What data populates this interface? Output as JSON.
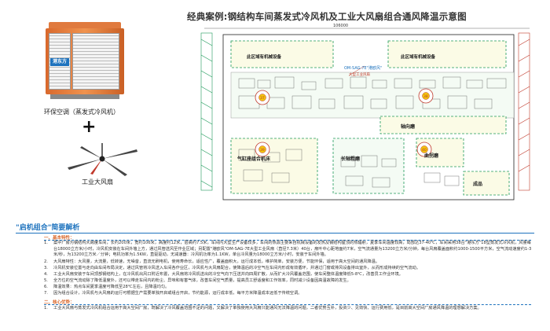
{
  "title": "经典案例:钢结构车间蒸发式冷风机及工业大风扇组合通风降温示意图",
  "cooler": {
    "logo": "港东方",
    "caption": "环保空调（蒸发式冷风机）"
  },
  "plus": "+",
  "fan": {
    "caption": "工业大风扇"
  },
  "plan": {
    "dimension": "106000",
    "area_labels": [
      "此区域有机械设备",
      "此区域有机械设备",
      "轴向磨",
      "气缸座组合机床",
      "长轴粗磨",
      "曲拐磨",
      "成品"
    ],
    "callout": {
      "model": "OM-SAG-7E\"港欧风\"",
      "subtitle": "大型工业风扇"
    },
    "fan_markers": [
      "37",
      "38",
      "39",
      "40"
    ]
  },
  "section": {
    "header": "\"启机组合\"简要解析",
    "sub1": "一、基本特性：",
    "items1": [
      {
        "n": "1.",
        "t": "案中厂房为钢结构大跨度车间，长约200米，宽约106米，高度约12米，层高约7.5米，车间内大型生产设备较多，车间的热源主要来自机械设备的发热及钢结构屋顶的热辐射，夏季车间温度较高，局部达37-40℃，车间采用38台\"港东方\"18型蒸发式冷风机，风量每台18000立方米/小时，冷风机安装在车间外墙上方，通过风管送风至作业区域；另配置\"港欧风\"OM-SAG-7E大型工业风扇（直径7.3米）40台，扇叶中心距地面约7米，空气流通量为13200立方米/分钟，每台风扇覆盖面积约1000-1500平方米，空气流动速度约1-3米/秒，为13200立方米／分钟；电机功率为1.5KW，直驱驱动，无减速器：冷风机功率为1.1KW，单台冷风量为18000立方米/小时，安装于车间外墙。"
      },
      {
        "n": "2.",
        "t": "大风扇特性：大风量，大流量，低转速，无噪音，直流无刷电机，使用寿命长，适应性广，覆盖面积大，运行成本低，维护简单，安装方便，节能环保，适用于高大空间的通风降温。"
      },
      {
        "n": "3.",
        "t": "冷风机安装位置与走向由车间布局决定，通过风管将冷风送入车间各作业区，冷风机与大风扇配合，使降温后的冷空气在车间内形成有效循环，并通过门窗或排风设备排出室外，从而形成持续的空气流动。"
      },
      {
        "n": "4.",
        "t": "工业大风扇安装于车间顶部钢结构上，在冷风机出风口附近布置，大风扇将冷风机送出的冷空气向下压送并向四周扩散，从而扩大冷风覆盖范围，使车间整体温度降低5-8℃，改善员工作业环境。"
      },
      {
        "n": "5.",
        "t": "全方位的空气流动除了降低温度外，还可以带走车间内的粉尘、异味和有害气体，改善车间空气质量，提高员工舒适度和工作效率，同时减少设备因高温故障的发生。"
      },
      {
        "n": "6.",
        "t": "降温效果：热点车间夏季温度可降低至28℃左右，且降温均匀。"
      },
      {
        "n": "7.",
        "t": "因为组合设计，冷风机与大风扇的运行可根据生产需要单独开启或组合开启，节约能源，运行成本低，每平方米降温成本远低于传统空调。"
      }
    ],
    "sub2": "二、核心优势：",
    "items2": [
      {
        "n": "1.",
        "t": "工业大风扇与蒸发式冷风机组合运用于高大空间厂房，既解决了冷风覆盖范围不足的问题，又解决了单独使用大风扇只能通风无法降温的问题，二者优势互补，投资少、见效快、运行费用低，是目前高大空间厂房通风降温的理想解决方案。"
      }
    ]
  }
}
